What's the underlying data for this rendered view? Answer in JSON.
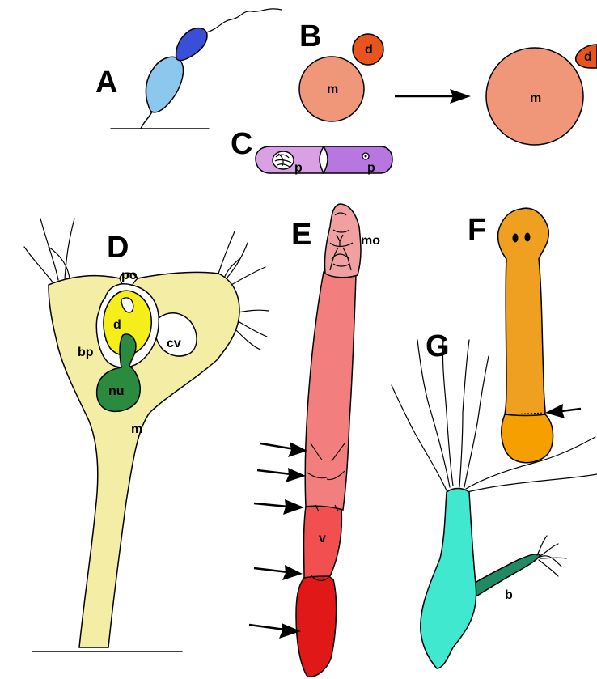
{
  "panels": {
    "A": {
      "letter": "A",
      "colors": {
        "upper_cell": "#3a4fd8",
        "lower_cell": "#8cc8ee"
      }
    },
    "B": {
      "letter": "B",
      "labels": {
        "mother": "m",
        "daughter": "d"
      },
      "colors": {
        "mother": "#f0977a",
        "daughter": "#e8541c"
      }
    },
    "C": {
      "letter": "C",
      "labels": {
        "left_p": "p",
        "right_p": "p"
      },
      "colors": {
        "left_half": "#d9a0e6",
        "right_half": "#b877e0"
      }
    },
    "D": {
      "letter": "D",
      "labels": {
        "po": "po",
        "d": "d",
        "bp": "bp",
        "cv": "cv",
        "nu": "nu",
        "m": "m"
      },
      "colors": {
        "body": "#f4eda6",
        "daughter": "#f5ee1a",
        "nucleus": "#2a8a3e"
      }
    },
    "E": {
      "letter": "E",
      "labels": {
        "mouth": "mo",
        "v": "v"
      },
      "colors": {
        "head": "#f0a0a0",
        "upper_body": "#f27e7e",
        "lower_body": "#f25050",
        "tail": "#e01818"
      }
    },
    "F": {
      "letter": "F",
      "colors": {
        "body": "#f0a020",
        "tail": "#f5a000"
      }
    },
    "G": {
      "letter": "G",
      "labels": {
        "bud": "b"
      },
      "colors": {
        "body": "#40e8d0",
        "bud": "#1f8a64"
      }
    }
  },
  "arrow_color": "#000000"
}
